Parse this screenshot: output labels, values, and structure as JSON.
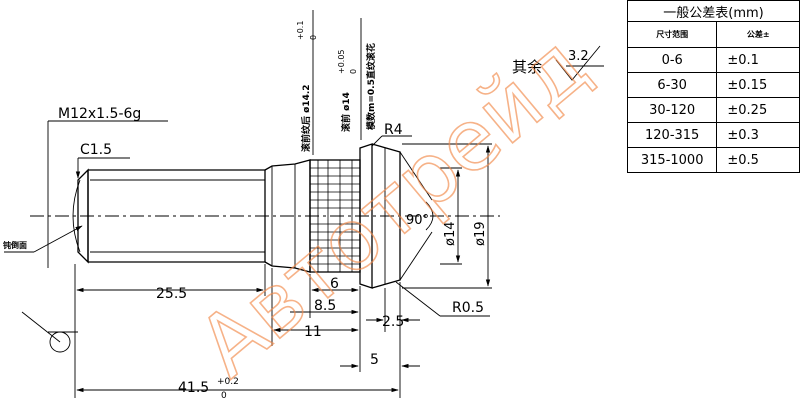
{
  "labels": {
    "thread": "M12x1.5-6g",
    "chamfer": "C1.5",
    "undercut_note": "钝倒面",
    "knurl_note_1": "滚前纹后 ø14.2",
    "knurl_tol_1_plus": "+0.1",
    "knurl_tol_1_minus": "0",
    "knurl_note_2": "滚前 ø14",
    "knurl_tol_2_plus": "+0.05",
    "knurl_tol_2_minus": "0",
    "knurl_note_3": "模数m=0.5直纹滚花",
    "radius_top": "R4",
    "radius_bottom": "R0.5",
    "angle": "90°",
    "dia_inner": "ø14",
    "dia_outer": "ø19",
    "remaining_roughness": "其余",
    "roughness_value": "3.2"
  },
  "dimensions": {
    "d_25_5": "25.5",
    "d_6": "6",
    "d_8_5": "8.5",
    "d_11": "11",
    "d_2_5": "2.5",
    "d_5": "5",
    "d_total": "41.5",
    "d_total_tol_plus": "+0.2",
    "d_total_tol_minus": "0"
  },
  "tolerance_table": {
    "title": "一般公差表(mm)",
    "header_size": "尺寸范围",
    "header_tol": "公差±",
    "rows": [
      {
        "range": "0-6",
        "tol": "±0.1"
      },
      {
        "range": "6-30",
        "tol": "±0.15"
      },
      {
        "range": "30-120",
        "tol": "±0.25"
      },
      {
        "range": "120-315",
        "tol": "±0.3"
      },
      {
        "range": "315-1000",
        "tol": "±0.5"
      }
    ]
  },
  "watermark": "Автотрейд",
  "colors": {
    "line": "#000000",
    "watermark": "#f28a4a"
  }
}
